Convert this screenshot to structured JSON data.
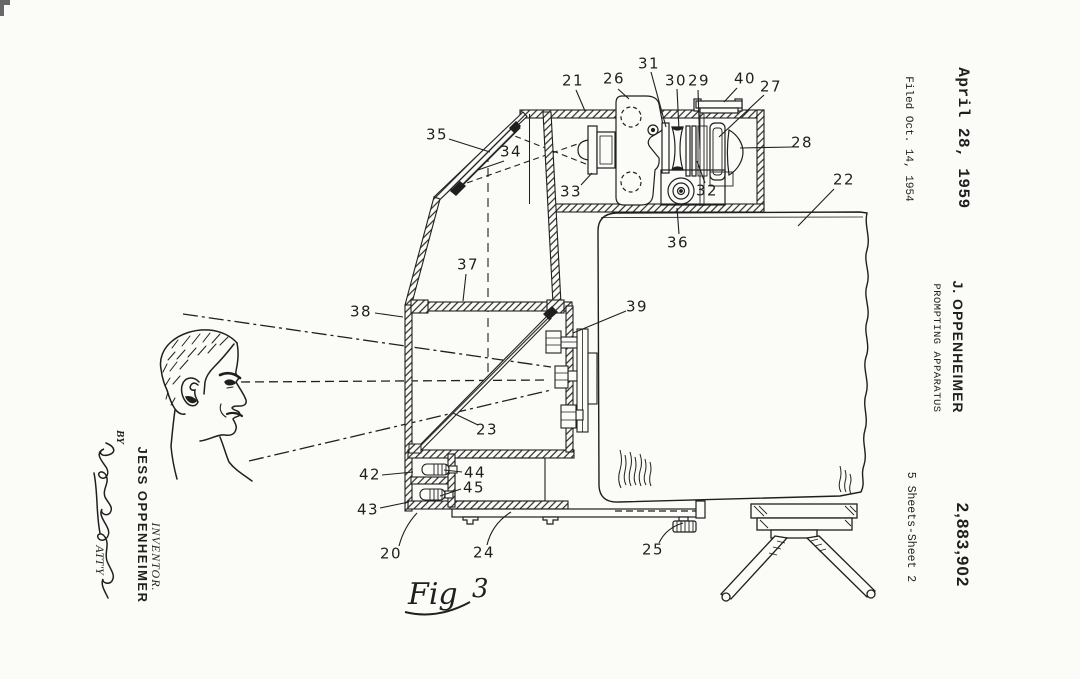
{
  "colors": {
    "paper": "#fbfbf8",
    "ink": "#1f1f1f"
  },
  "header": {
    "date": "April 28, 1959",
    "filed": "Filed Oct. 14, 1954",
    "inventor": "J. OPPENHEIMER",
    "title": "PROMPTING APPARATUS",
    "patent_number": "2,883,902",
    "sheet": "5 Sheets-Sheet 2"
  },
  "signature_block": {
    "by": "BY",
    "inventor_label": "INVENTOR.",
    "inventor_name": "JESS OPPENHEIMER",
    "attorney": "ATT'Y"
  },
  "figure": {
    "caption": "Fig",
    "caption_number": "3",
    "parts": {
      "p20": "20",
      "p21": "21",
      "p22": "22",
      "p23": "23",
      "p24": "24",
      "p25": "25",
      "p26": "26",
      "p27": "27",
      "p28": "28",
      "p29": "29",
      "p30": "30",
      "p31": "31",
      "p32": "32",
      "p33": "33",
      "p34": "34",
      "p35": "35",
      "p36": "36",
      "p37": "37",
      "p38": "38",
      "p39": "39",
      "p40": "40",
      "p42": "42",
      "p43": "43",
      "p44": "44",
      "p45": "45"
    }
  }
}
